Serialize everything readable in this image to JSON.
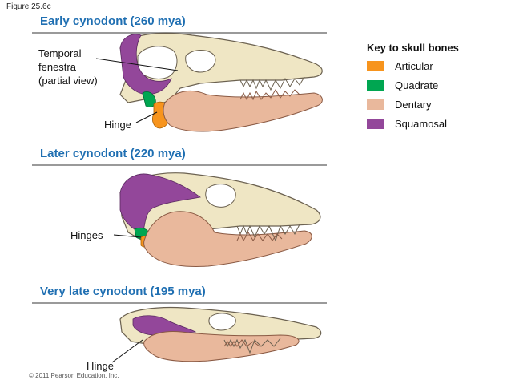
{
  "figure_label": "Figure 25.6c",
  "panels": [
    {
      "title": "Early cynodont (260 mya)",
      "labels": [
        "Temporal",
        "fenestra",
        "(partial view)"
      ],
      "hinge": "Hinge"
    },
    {
      "title": "Later cynodont (220 mya)",
      "hinge": "Hinges"
    },
    {
      "title": "Very late cynodont (195 mya)",
      "hinge": "Hinge"
    }
  ],
  "key": {
    "title": "Key to skull bones",
    "items": [
      {
        "label": "Articular",
        "color": "#f7941d"
      },
      {
        "label": "Quadrate",
        "color": "#00a651"
      },
      {
        "label": "Dentary",
        "color": "#e9b89c"
      },
      {
        "label": "Squamosal",
        "color": "#93479a"
      }
    ]
  },
  "colors": {
    "skull": "#efe6c4",
    "skull_stroke": "#6b6150",
    "opening": "#ffffff",
    "title_blue": "#1f6fb2"
  },
  "copyright": "© 2011 Pearson Education, Inc."
}
